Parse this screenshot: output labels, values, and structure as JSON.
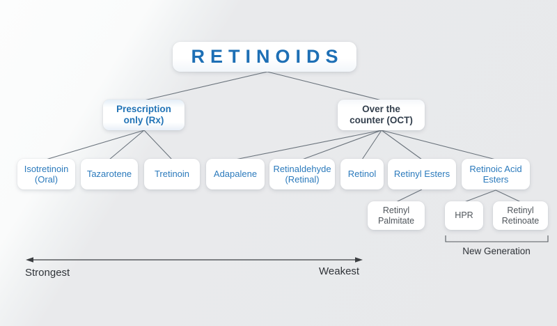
{
  "title": {
    "label": "RETINOIDS"
  },
  "branches": {
    "prescription": {
      "lines": [
        "Prescription",
        "only (Rx)"
      ]
    },
    "otc": {
      "lines": [
        "Over the",
        "counter (OCT)"
      ]
    }
  },
  "prescription_children": [
    {
      "lines": [
        "Isotretinoin",
        "(Oral)"
      ]
    },
    {
      "lines": [
        "Tazarotene"
      ]
    },
    {
      "lines": [
        "Tretinoin"
      ]
    }
  ],
  "otc_children": [
    {
      "lines": [
        "Adapalene"
      ]
    },
    {
      "lines": [
        "Retinaldehyde",
        "(Retinal)"
      ]
    },
    {
      "lines": [
        "Retinol"
      ]
    },
    {
      "lines": [
        "Retinyl Esters"
      ]
    },
    {
      "lines": [
        "Retinoic Acid",
        "Esters"
      ]
    }
  ],
  "grandchildren": [
    {
      "lines": [
        "Retinyl",
        "Palmitate"
      ]
    },
    {
      "lines": [
        "HPR"
      ]
    },
    {
      "lines": [
        "Retinyl",
        "Retinoate"
      ]
    }
  ],
  "annotations": {
    "new_generation": "New Generation",
    "strongest": "Strongest",
    "weakest": "Weakest"
  },
  "colors": {
    "title_text": "#1d6fb5",
    "prescription_text": "#2173b6",
    "otc_text": "#333f4d",
    "child_text": "#2b7abc",
    "grandchild_text": "#4f555b",
    "connector_line": "#6a737c",
    "annotation_text": "#2f3338",
    "box_background": "#ffffff",
    "page_background": "#e9eaec"
  }
}
